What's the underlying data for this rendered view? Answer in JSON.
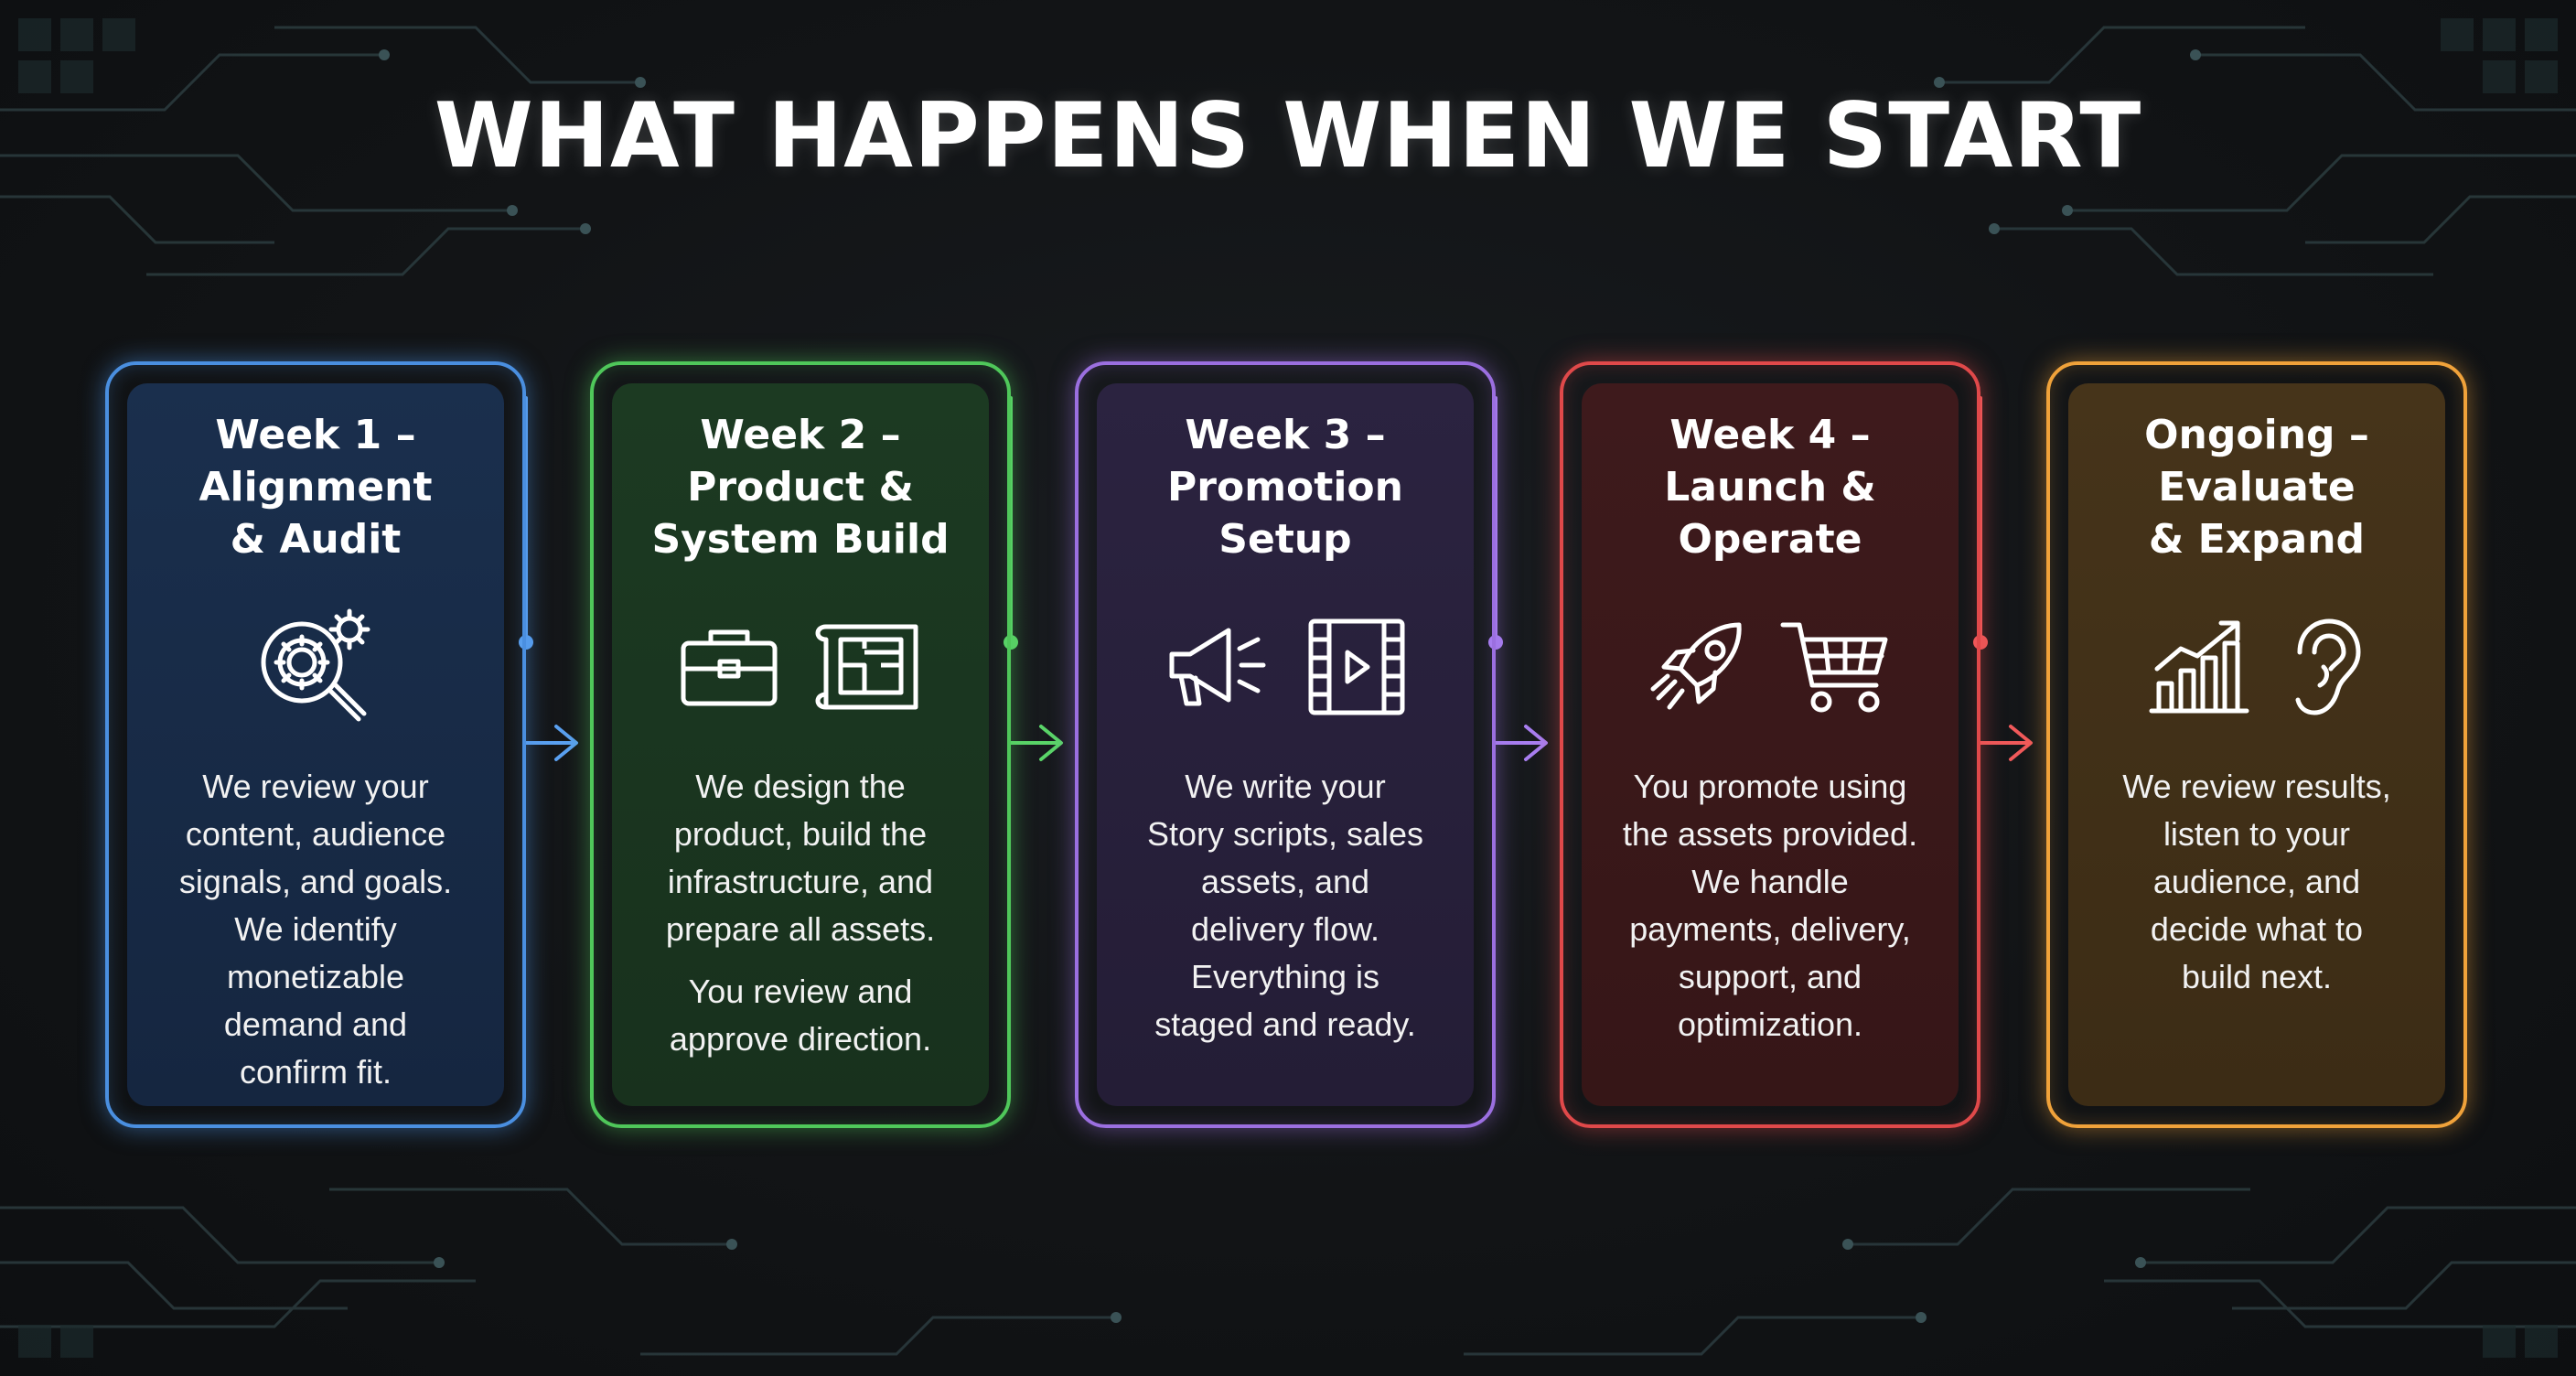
{
  "title": "WHAT HAPPENS WHEN WE START",
  "steps": [
    {
      "title_lines": [
        "Week 1 –",
        "Alignment",
        "& Audit"
      ],
      "icons": [
        "gear-magnifier-icon"
      ],
      "body_lines": [
        "We review your",
        "content, audience",
        "signals, and goals.",
        "We identify",
        "monetizable",
        "demand and",
        "confirm fit."
      ],
      "color": "#4a8fe0"
    },
    {
      "title_lines": [
        "Week 2 –",
        "Product &",
        "System Build"
      ],
      "icons": [
        "toolbox-icon",
        "blueprint-icon"
      ],
      "body_lines": [
        "We design the",
        "product, build the",
        "infrastructure, and",
        "prepare all assets."
      ],
      "body_lines_2": [
        "You review and",
        "approve direction."
      ],
      "color": "#4fc75a"
    },
    {
      "title_lines": [
        "Week 3 –",
        "Promotion",
        "Setup"
      ],
      "icons": [
        "megaphone-icon",
        "video-film-icon"
      ],
      "body_lines": [
        "We write your",
        "Story scripts, sales",
        "assets, and",
        "delivery flow.",
        "Everything is",
        "staged and ready."
      ],
      "color": "#9b6fe0"
    },
    {
      "title_lines": [
        "Week 4 –",
        "Launch &",
        "Operate"
      ],
      "icons": [
        "rocket-icon",
        "shopping-cart-icon"
      ],
      "body_lines": [
        "You promote using",
        "the assets provided.",
        "We handle",
        "payments, delivery,",
        "support, and",
        "optimization."
      ],
      "color": "#e0494a"
    },
    {
      "title_lines": [
        "Ongoing –",
        "Evaluate",
        "& Expand"
      ],
      "icons": [
        "growth-chart-icon",
        "ear-icon"
      ],
      "body_lines": [
        "We review results,",
        "listen to your",
        "audience, and",
        "decide what to",
        "build next."
      ],
      "color": "#f0a23a"
    }
  ]
}
